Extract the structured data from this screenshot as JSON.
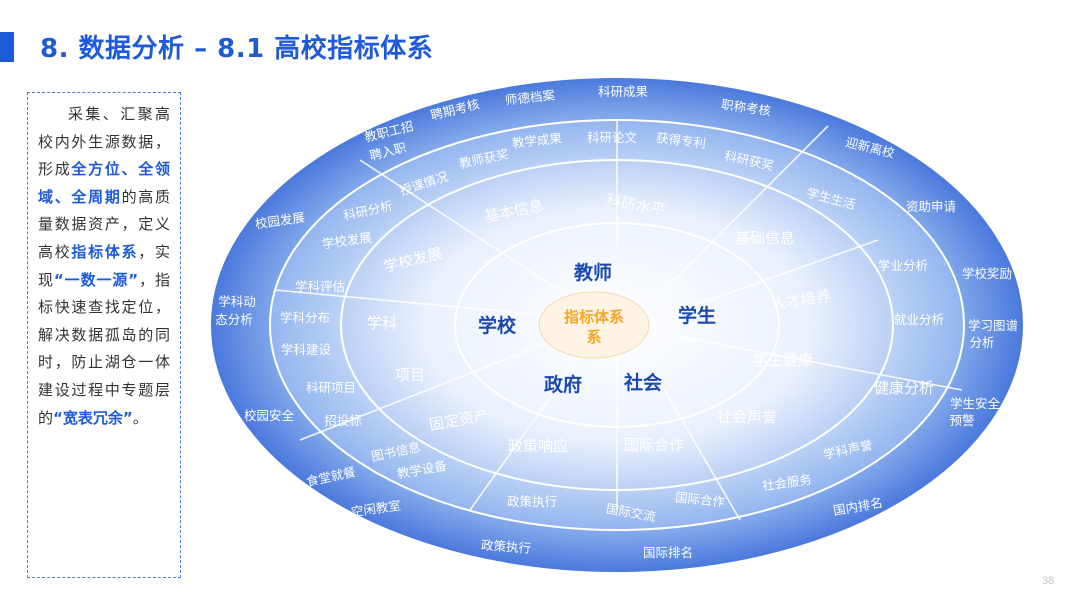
{
  "header": {
    "title": "8. 数据分析 – 8.1 高校指标体系"
  },
  "sidebar": {
    "p1": "采集、汇聚高校内外生源数据，形成",
    "hl1": "全方位、全领域、全周期",
    "p2": "的高质量数据资产，定义高校",
    "hl2": "指标体系",
    "p3": "，实现",
    "hl3": "“一数一源”",
    "p4": "，指标快速查找定位，解决数据孤岛的同时，防止湖仓一体建设过程中专题层的",
    "hl4": "“宽表冗余”",
    "p5": "。"
  },
  "diagram": {
    "center": [
      "指标体系",
      "系"
    ],
    "core": {
      "teacher": "教师",
      "school": "学校",
      "student": "学生",
      "government": "政府",
      "society": "社会"
    },
    "ring1": [
      "基本信息",
      "科研水平",
      "基础信息",
      "人才培养",
      "学生健康",
      "社会声誉",
      "国际合作",
      "政策响应",
      "固定资产",
      "项目",
      "学科",
      "学校发展"
    ],
    "ring2": [
      "授课情况",
      "教师获奖",
      "教学成果",
      "科研论文",
      "获得专利",
      "科研获奖",
      "学生生活",
      "学业分析",
      "就业分析",
      "健康分析",
      "学科声誉",
      "社会服务",
      "国际合作",
      "国际交流",
      "政策执行",
      "教学设备",
      "图书信息",
      "招投标",
      "科研项目",
      "学科建设",
      "学科分布",
      "学科评估",
      "学校发展",
      "科研分析"
    ],
    "ring3": [
      "聘期考核",
      "师德档案",
      "科研成果",
      "职称考核",
      "教职工招",
      "聘入职",
      "迎新离校",
      "资助申请",
      "学校奖励",
      "学习图谱",
      "分析",
      "学生安全",
      "预警",
      "国内排名",
      "国际排名",
      "政策执行",
      "空闲教室",
      "食堂就餐",
      "校园安全",
      "学科动",
      "态分析",
      "校园发展"
    ]
  },
  "footer": {
    "page_number": "38"
  },
  "colors": {
    "accent": "#1f5bd8",
    "center_fill": "#fdf4e6",
    "center_text": "#f5a623"
  }
}
